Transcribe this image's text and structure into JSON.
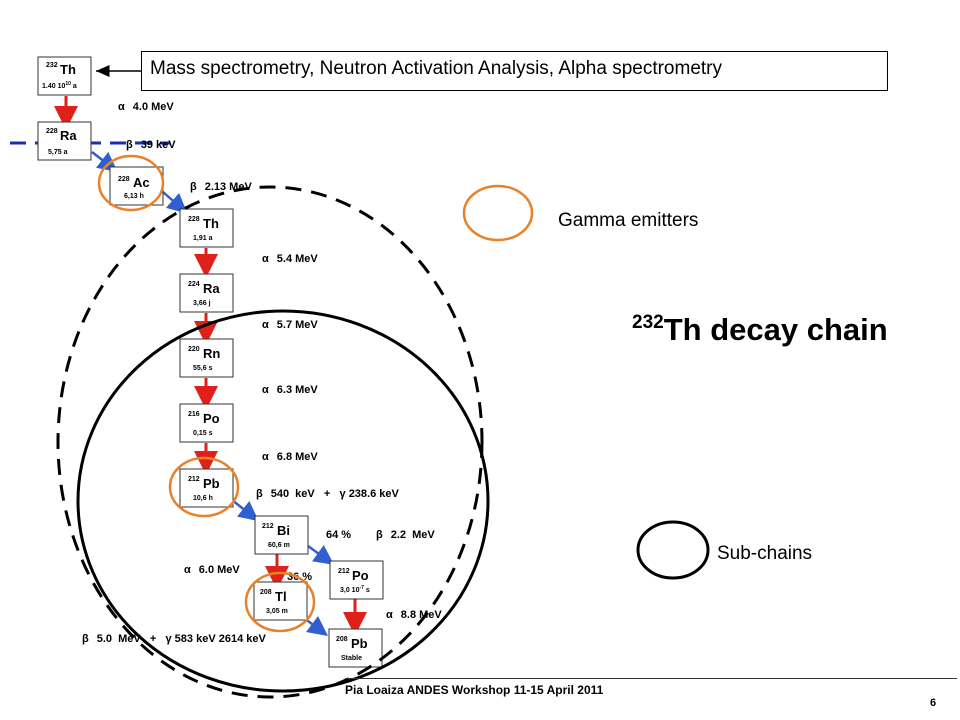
{
  "callout": {
    "text": "Mass spectrometry, Neutron Activation Analysis, Alpha spectrometry"
  },
  "title": {
    "sup": "232",
    "text": "Th decay chain"
  },
  "legend": {
    "gamma_label": "Gamma emitters",
    "gamma_color": "#e8822a",
    "subchain_label": "Sub-chains",
    "subchain_color": "#000000"
  },
  "colors": {
    "alpha_arrow": "#e0201b",
    "beta_arrow": "#2f5fd0",
    "dashed_line": "#1a2fb0"
  },
  "nuclides": [
    {
      "id": "th232",
      "mass": "232",
      "symbol": "Th",
      "halflife": "1.40 10",
      "halflife_exp": "10",
      "halflife_unit": " a"
    },
    {
      "id": "ra228",
      "mass": "228",
      "symbol": "Ra",
      "halflife": "5,75 a"
    },
    {
      "id": "ac228",
      "mass": "228",
      "symbol": "Ac",
      "halflife": "6,13 h"
    },
    {
      "id": "th228",
      "mass": "228",
      "symbol": "Th",
      "halflife": "1,91 a"
    },
    {
      "id": "ra224",
      "mass": "224",
      "symbol": "Ra",
      "halflife": "3,66 j"
    },
    {
      "id": "rn220",
      "mass": "220",
      "symbol": "Rn",
      "halflife": "55,6 s"
    },
    {
      "id": "po216",
      "mass": "216",
      "symbol": "Po",
      "halflife": "0,15 s"
    },
    {
      "id": "pb212",
      "mass": "212",
      "symbol": "Pb",
      "halflife": "10,6 h"
    },
    {
      "id": "bi212",
      "mass": "212",
      "symbol": "Bi",
      "halflife": "60,6 m"
    },
    {
      "id": "po212",
      "mass": "212",
      "symbol": "Po",
      "halflife": "3,0 10",
      "halflife_exp": "-7",
      "halflife_unit": " s"
    },
    {
      "id": "tl208",
      "mass": "208",
      "symbol": "Tl",
      "halflife": "3,05 m"
    },
    {
      "id": "pb208",
      "mass": "208",
      "symbol": "Pb",
      "halflife": "Stable"
    }
  ],
  "decays": [
    {
      "id": "th232-ra228",
      "type": "alpha",
      "greek": "α",
      "energy": "4.0 MeV"
    },
    {
      "id": "ra228-ac228",
      "type": "beta",
      "greek": "β",
      "energy": "39 keV"
    },
    {
      "id": "ac228-th228",
      "type": "beta",
      "greek": "β",
      "energy": "2.13 MeV"
    },
    {
      "id": "th228-ra224",
      "type": "alpha",
      "greek": "α",
      "energy": "5.4 MeV"
    },
    {
      "id": "ra224-rn220",
      "type": "alpha",
      "greek": "α",
      "energy": "5.7 MeV"
    },
    {
      "id": "rn220-po216",
      "type": "alpha",
      "greek": "α",
      "energy": "6.3 MeV"
    },
    {
      "id": "po216-pb212",
      "type": "alpha",
      "greek": "α",
      "energy": "6.8 MeV"
    },
    {
      "id": "pb212-bi212",
      "type": "beta",
      "greek": "β",
      "energy": "540  keV   +   γ 238.6 keV"
    },
    {
      "id": "bi212-po212",
      "type": "beta",
      "greek": "β",
      "energy": "2.2  MeV",
      "branch": "64 %"
    },
    {
      "id": "bi212-tl208",
      "type": "alpha",
      "greek": "α",
      "energy": "6.0 MeV",
      "branch": "36 %"
    },
    {
      "id": "po212-pb208",
      "type": "alpha",
      "greek": "α",
      "energy": "8.8 MeV"
    },
    {
      "id": "tl208-pb208",
      "type": "beta",
      "greek": "β",
      "energy": "5.0  MeV   +   γ 583 keV 2614 keV"
    }
  ],
  "footer": {
    "text": "Pia Loaiza ANDES Workshop  11-15 April 2011",
    "page": "6"
  }
}
